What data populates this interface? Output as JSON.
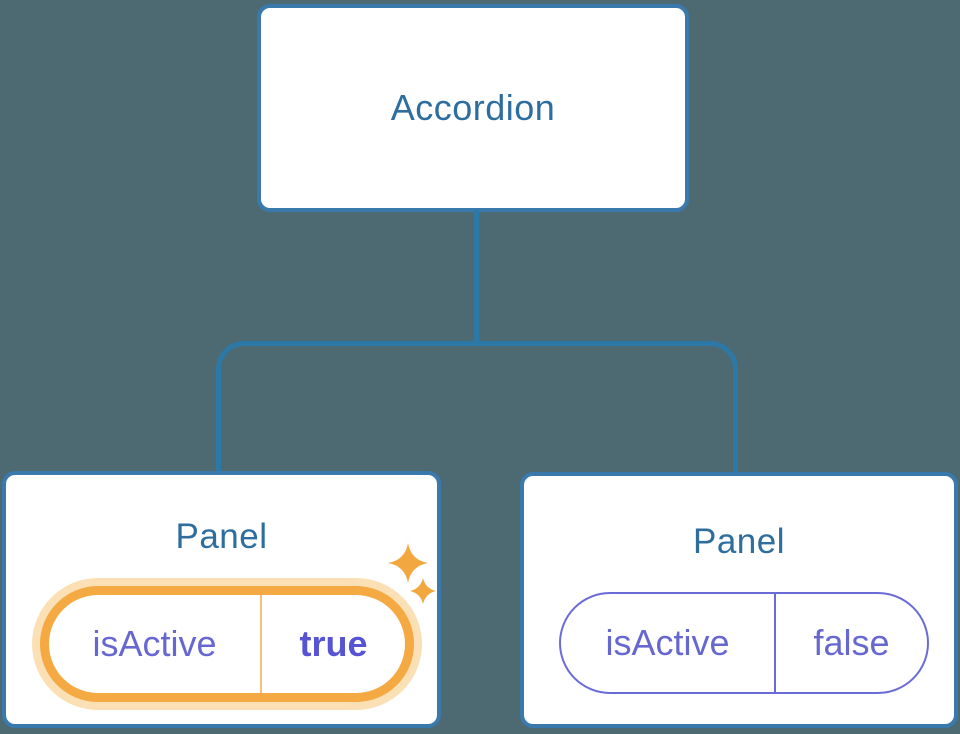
{
  "diagram": {
    "root": {
      "label": "Accordion"
    },
    "panels": [
      {
        "label": "Panel",
        "state": {
          "key": "isActive",
          "value": "true"
        },
        "highlighted": true
      },
      {
        "label": "Panel",
        "state": {
          "key": "isActive",
          "value": "false"
        },
        "highlighted": false
      }
    ],
    "icons": {
      "sparkles": "sparkles-icon"
    },
    "colors": {
      "background": "#4D6972",
      "node_fill": "#FFFFFF",
      "node_border": "#3979AC",
      "node_text": "#2D6E9F",
      "connector": "#2C79A8",
      "state_text": "#6767D2",
      "state_value_active": "#5653D4",
      "highlight_ring": "#F5A942",
      "highlight_halo": "#FBE0B6",
      "highlight_divider": "#F6BE76",
      "sparkle": "#F2A73F"
    }
  }
}
